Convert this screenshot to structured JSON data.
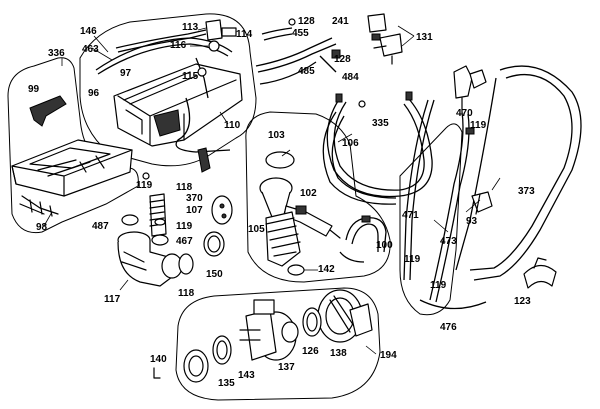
{
  "diagram": {
    "labels": [
      {
        "id": "p146",
        "text": "146"
      },
      {
        "id": "p463",
        "text": "463"
      },
      {
        "id": "p113",
        "text": "113"
      },
      {
        "id": "p116",
        "text": "116"
      },
      {
        "id": "p114",
        "text": "114"
      },
      {
        "id": "p128a",
        "text": "128"
      },
      {
        "id": "p241",
        "text": "241"
      },
      {
        "id": "p455",
        "text": "455"
      },
      {
        "id": "p131",
        "text": "131"
      },
      {
        "id": "p336",
        "text": "336"
      },
      {
        "id": "p97",
        "text": "97"
      },
      {
        "id": "p115",
        "text": "115"
      },
      {
        "id": "p485",
        "text": "485"
      },
      {
        "id": "p128b",
        "text": "128"
      },
      {
        "id": "p484",
        "text": "484"
      },
      {
        "id": "p99",
        "text": "99"
      },
      {
        "id": "p96",
        "text": "96"
      },
      {
        "id": "p470",
        "text": "470"
      },
      {
        "id": "p335",
        "text": "335"
      },
      {
        "id": "p110",
        "text": "110"
      },
      {
        "id": "p103",
        "text": "103"
      },
      {
        "id": "p106",
        "text": "106"
      },
      {
        "id": "p119a",
        "text": "119"
      },
      {
        "id": "p373",
        "text": "373"
      },
      {
        "id": "p119b",
        "text": "119"
      },
      {
        "id": "p118a",
        "text": "118"
      },
      {
        "id": "p370",
        "text": "370"
      },
      {
        "id": "p102",
        "text": "102"
      },
      {
        "id": "p107",
        "text": "107"
      },
      {
        "id": "p471",
        "text": "471"
      },
      {
        "id": "p93",
        "text": "93"
      },
      {
        "id": "p98",
        "text": "98"
      },
      {
        "id": "p487",
        "text": "487"
      },
      {
        "id": "p119c",
        "text": "119"
      },
      {
        "id": "p105",
        "text": "105"
      },
      {
        "id": "p473",
        "text": "473"
      },
      {
        "id": "p467",
        "text": "467"
      },
      {
        "id": "p100",
        "text": "100"
      },
      {
        "id": "p150",
        "text": "150"
      },
      {
        "id": "p142",
        "text": "142"
      },
      {
        "id": "p119d",
        "text": "119"
      },
      {
        "id": "p117",
        "text": "117"
      },
      {
        "id": "p118b",
        "text": "118"
      },
      {
        "id": "p119e",
        "text": "119"
      },
      {
        "id": "p123",
        "text": "123"
      },
      {
        "id": "p476",
        "text": "476"
      },
      {
        "id": "p126",
        "text": "126"
      },
      {
        "id": "p138",
        "text": "138"
      },
      {
        "id": "p194",
        "text": "194"
      },
      {
        "id": "p140",
        "text": "140"
      },
      {
        "id": "p137",
        "text": "137"
      },
      {
        "id": "p135",
        "text": "135"
      },
      {
        "id": "p143",
        "text": "143"
      }
    ]
  }
}
